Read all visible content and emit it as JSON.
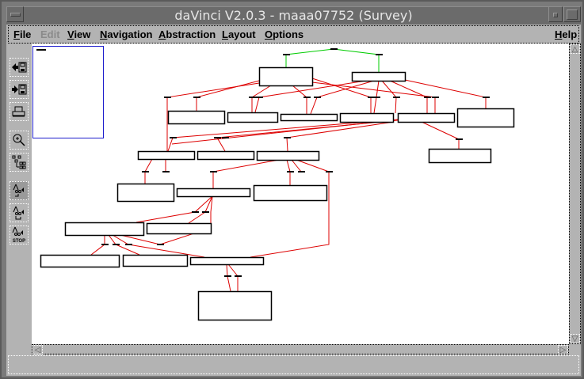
{
  "window": {
    "title": "daVinci V2.0.3 - maaa07752 (Survey)"
  },
  "menubar": {
    "items": [
      {
        "label": "File",
        "mnemonic": "F",
        "rest": "ile",
        "enabled": true
      },
      {
        "label": "Edit",
        "mnemonic": "E",
        "rest": "dit",
        "enabled": false
      },
      {
        "label": "View",
        "mnemonic": "V",
        "rest": "iew",
        "enabled": true
      },
      {
        "label": "Navigation",
        "mnemonic": "N",
        "rest": "avigation",
        "enabled": true
      },
      {
        "label": "Abstraction",
        "mnemonic": "A",
        "rest": "bstraction",
        "enabled": true
      },
      {
        "label": "Layout",
        "mnemonic": "L",
        "rest": "ayout",
        "enabled": true
      },
      {
        "label": "Options",
        "mnemonic": "O",
        "rest": "ptions",
        "enabled": true
      }
    ],
    "help": {
      "label": "Help",
      "mnemonic": "H",
      "rest": "elp"
    }
  },
  "toolbar": {
    "buttons": [
      {
        "name": "load-graph",
        "icon": "arrow-left-disk-icon"
      },
      {
        "name": "save-graph",
        "icon": "arrow-right-disk-icon"
      },
      {
        "name": "print",
        "icon": "printer-icon"
      },
      {
        "name": "zoom",
        "icon": "magnifier-icon"
      },
      {
        "name": "layout",
        "icon": "layout-graph-icon"
      },
      {
        "name": "abstraction-hide",
        "icon": "tree-return-icon",
        "active": true
      },
      {
        "name": "abstraction-show",
        "icon": "tree-up-icon"
      },
      {
        "name": "abstraction-stop",
        "icon": "tree-stop-icon",
        "stop_label": "STOP"
      }
    ]
  },
  "graph": {
    "node_count": 21,
    "edge_colors": {
      "root": "#00cc00",
      "normal": "#dd0000"
    },
    "node_border": "#000000",
    "connector_color": "#000000"
  },
  "overview": {
    "border_color": "#1c1ccc"
  }
}
